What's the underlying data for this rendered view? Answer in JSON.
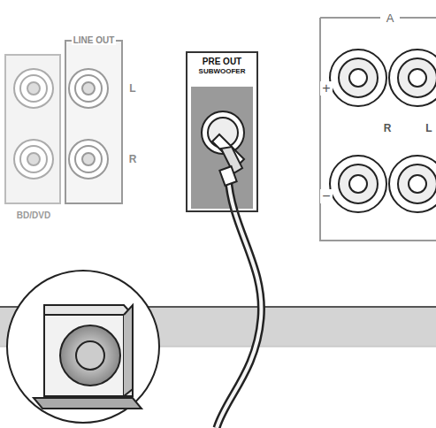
{
  "diagram": {
    "nodes": [
      {
        "text": [
          "PRE OUT",
          "SUBWOOFER"
        ]
      }
    ],
    "labels": [
      "LINE OUT",
      "L",
      "R",
      "BD/DVD",
      "A",
      "+",
      "R",
      "L",
      "−"
    ]
  }
}
